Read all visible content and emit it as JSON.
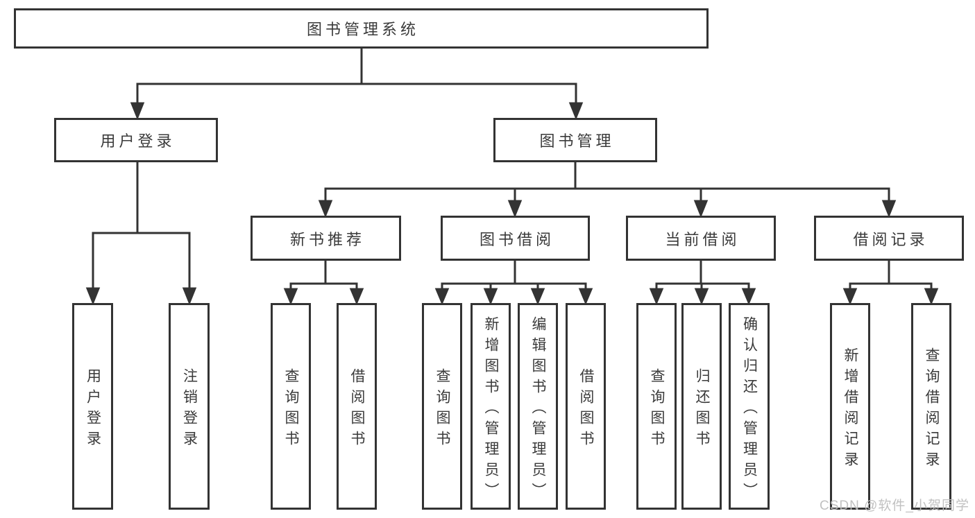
{
  "tree": {
    "root": {
      "label": "图书管理系统"
    },
    "user_login": {
      "label": "用户登录",
      "children": [
        {
          "label": "用户登录"
        },
        {
          "label": "注销登录"
        }
      ]
    },
    "book_mgmt": {
      "label": "图书管理",
      "sections": [
        {
          "label": "新书推荐",
          "children": [
            {
              "label": "查询图书"
            },
            {
              "label": "借阅图书"
            }
          ]
        },
        {
          "label": "图书借阅",
          "children": [
            {
              "label": "查询图书"
            },
            {
              "label": "新增图书（管理员）"
            },
            {
              "label": "编辑图书（管理员）"
            },
            {
              "label": "借阅图书"
            }
          ]
        },
        {
          "label": "当前借阅",
          "children": [
            {
              "label": "查询图书"
            },
            {
              "label": "归还图书"
            },
            {
              "label": "确认归还（管理员）"
            }
          ]
        },
        {
          "label": "借阅记录",
          "children": [
            {
              "label": "新增借阅记录"
            },
            {
              "label": "查询借阅记录"
            }
          ]
        }
      ]
    }
  },
  "watermark": {
    "text": "CSDN @软件_小贺同学"
  },
  "colors": {
    "line": "#333333",
    "box_border": "#333333",
    "text": "#3a3a3a",
    "watermark": "#bebebe",
    "background": "#ffffff"
  }
}
